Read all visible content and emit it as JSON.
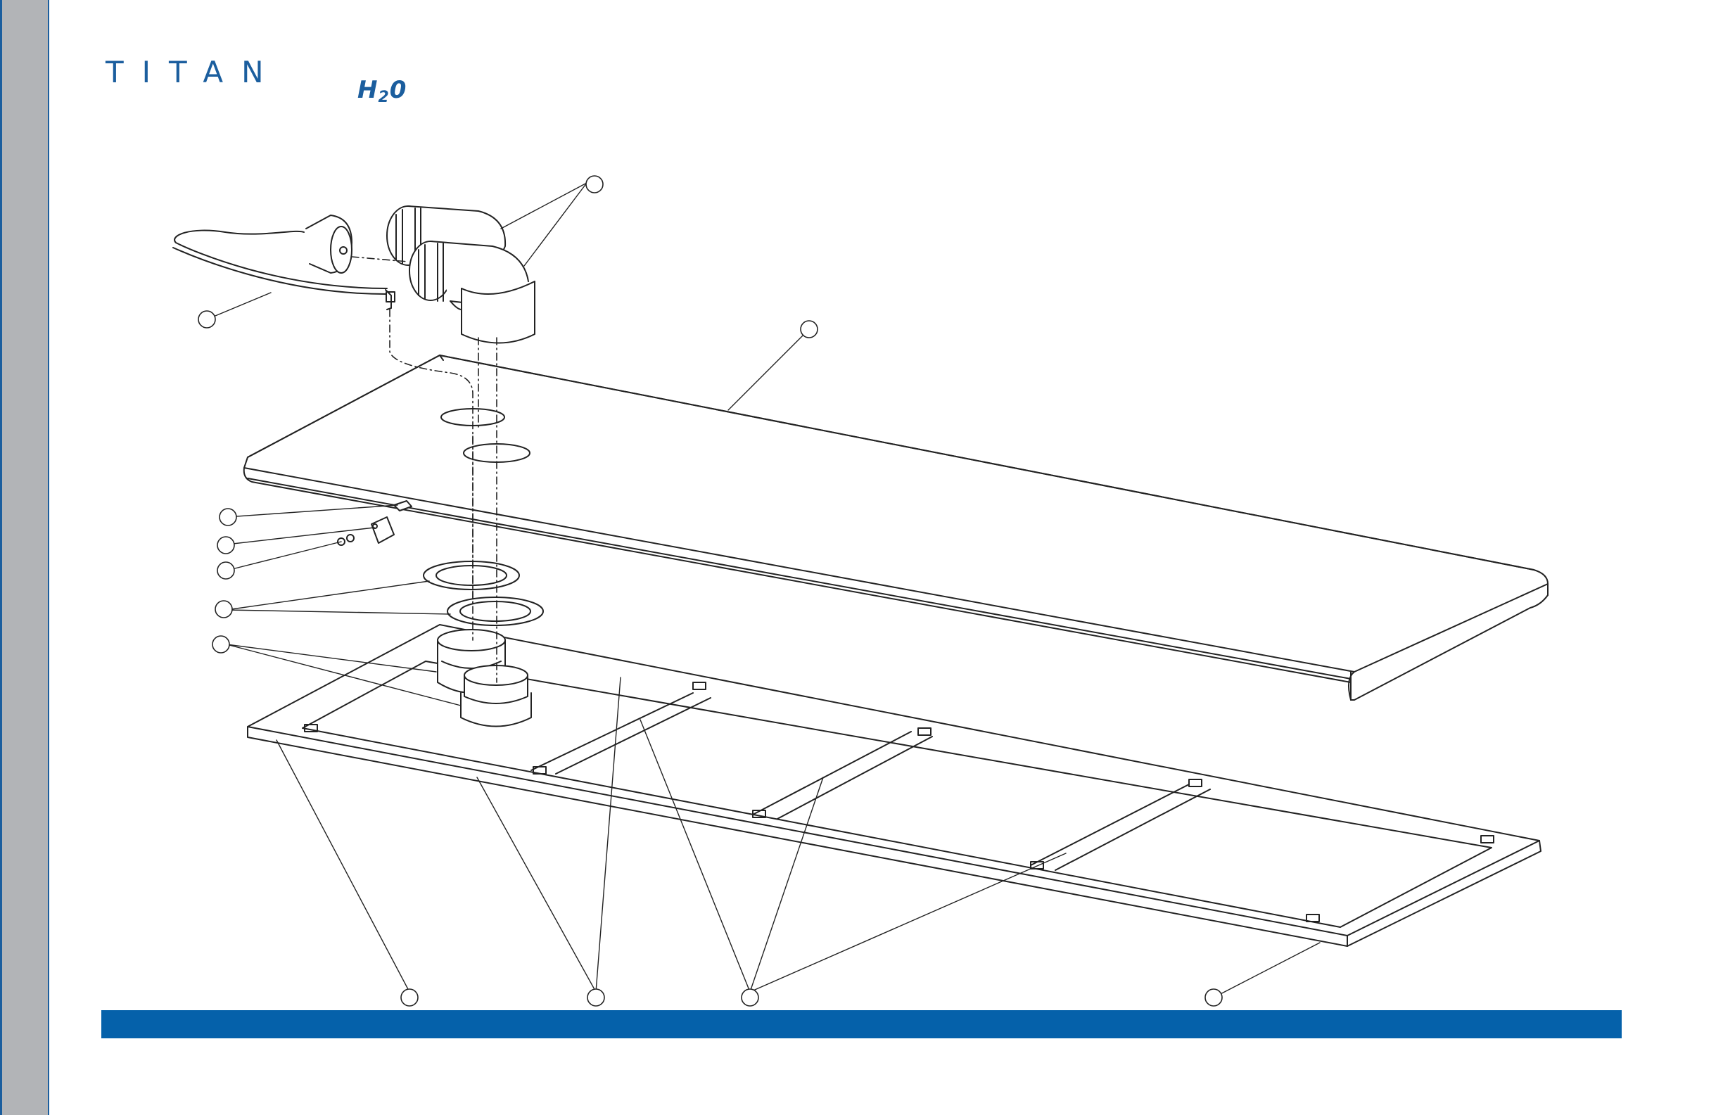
{
  "brand": {
    "name": "TITAN",
    "suffix_main": "H",
    "suffix_sub": "2",
    "suffix_end": "0",
    "color": "#1b5e9e"
  },
  "colors": {
    "footer_bar": "#0561aa",
    "side_bar": "#b2b4b7",
    "line": "#222222"
  },
  "callouts": [
    {
      "id": "callout-elbow-fittings",
      "label": ""
    },
    {
      "id": "callout-drain-hose",
      "label": ""
    },
    {
      "id": "callout-top-panel",
      "label": ""
    },
    {
      "id": "callout-screw",
      "label": ""
    },
    {
      "id": "callout-bracket",
      "label": ""
    },
    {
      "id": "callout-nuts",
      "label": ""
    },
    {
      "id": "callout-gaskets",
      "label": ""
    },
    {
      "id": "callout-couplers",
      "label": ""
    },
    {
      "id": "callout-frame-left",
      "label": ""
    },
    {
      "id": "callout-frame-mid",
      "label": ""
    },
    {
      "id": "callout-frame-cross",
      "label": ""
    },
    {
      "id": "callout-frame-right",
      "label": ""
    }
  ]
}
